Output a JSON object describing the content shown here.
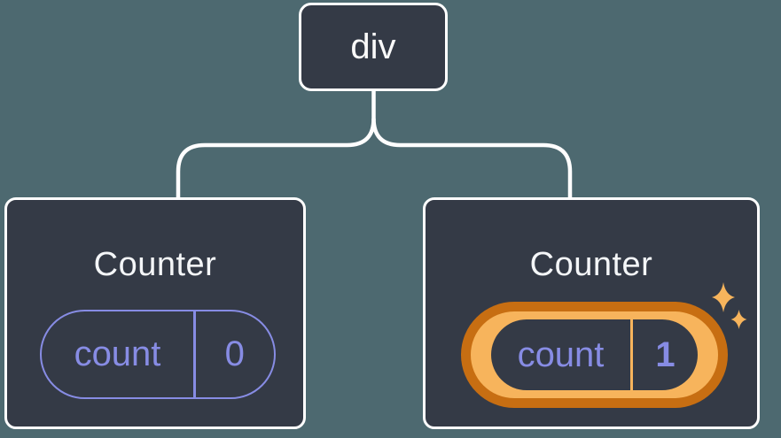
{
  "diagram": {
    "root": {
      "label": "div"
    },
    "children": [
      {
        "title": "Counter",
        "state": {
          "key": "count",
          "value": "0",
          "highlighted": false
        }
      },
      {
        "title": "Counter",
        "state": {
          "key": "count",
          "value": "1",
          "highlighted": true
        }
      }
    ]
  },
  "icons": {
    "sparkles": "sparkles-icon"
  },
  "colors": {
    "background": "#4D6970",
    "node_fill": "#343A46",
    "node_border": "#FFFFFF",
    "connector": "#FFFFFF",
    "state_accent_purple": "#878CE4",
    "highlight_orange_light": "#F7B45C",
    "highlight_orange_dark": "#C76E12",
    "text_white": "#F4F6F8"
  }
}
